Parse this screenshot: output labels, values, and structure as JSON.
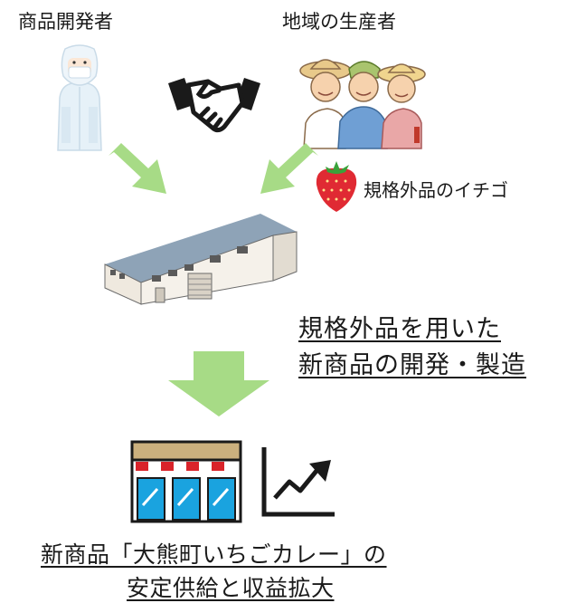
{
  "labels": {
    "developer": "商品開発者",
    "producers": "地域の生産者",
    "strawberry": "規格外品のイチゴ",
    "development_line1": "規格外品を用いた",
    "development_line2": "新商品の開発・製造",
    "result_line1": "新商品「大熊町いちごカレー」の",
    "result_line2": "安定供給と収益拡大"
  },
  "icons": [
    "developer-figure-icon",
    "handshake-icon",
    "farmers-icon",
    "strawberry-icon",
    "factory-icon",
    "store-icon",
    "growth-chart-icon"
  ],
  "colors": {
    "arrow": "#a7db86",
    "store_roof": "#cbb07e",
    "store_awning": "#d9232a",
    "store_glass": "#1aa3df",
    "handshake": "#1a1a1a",
    "strawberry": "#e02a33"
  }
}
